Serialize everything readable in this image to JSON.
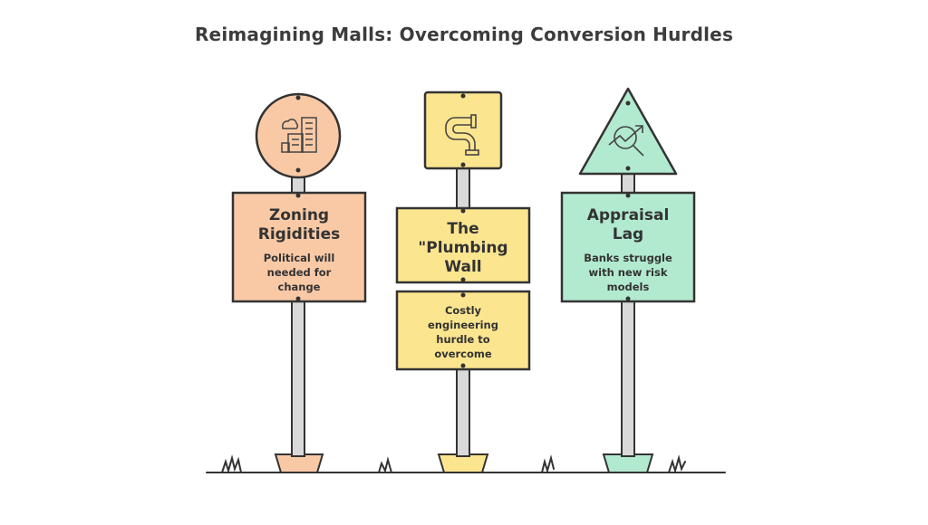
{
  "title": "Reimagining Malls: Overcoming Conversion Hurdles",
  "signs": [
    {
      "heading": "Zoning Rigidities",
      "description": "Political will needed for change",
      "icon": "city-buildings-icon",
      "shape": "circle",
      "color": "#f9c9a6"
    },
    {
      "heading": "The \"Plumbing Wall",
      "description": "Costly engineering hurdle to overcome",
      "icon": "pipe-icon",
      "shape": "square",
      "color": "#fbe58f"
    },
    {
      "heading": "Appraisal Lag",
      "description": "Banks struggle with new risk models",
      "icon": "magnifier-chart-icon",
      "shape": "triangle",
      "color": "#b2ead0"
    }
  ]
}
